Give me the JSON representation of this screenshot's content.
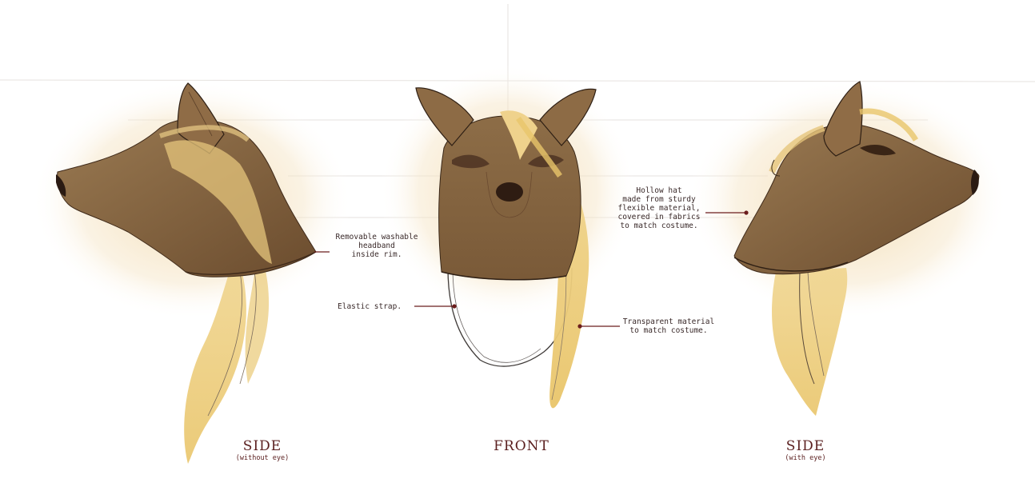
{
  "annotations": {
    "headband": "Removable washable\nheadband\ninside rim.",
    "elastic": "Elastic strap.",
    "hollow_hat": "Hollow hat\nmade from sturdy\nflexible material,\ncovered in fabrics\nto match costume.",
    "transparent": "Transparent material\nto match costume."
  },
  "views": {
    "side_left": {
      "title": "SIDE",
      "subtitle": "(without eye)"
    },
    "front": {
      "title": "FRONT"
    },
    "side_right": {
      "title": "SIDE",
      "subtitle": "(with eye)"
    }
  },
  "colors": {
    "fur": "#8a6a45",
    "fur_dark": "#5e4128",
    "hair": "#e8c77a",
    "glow": "#f3deb4",
    "label": "#5a1f1f",
    "leader": "#6b1d1d"
  }
}
